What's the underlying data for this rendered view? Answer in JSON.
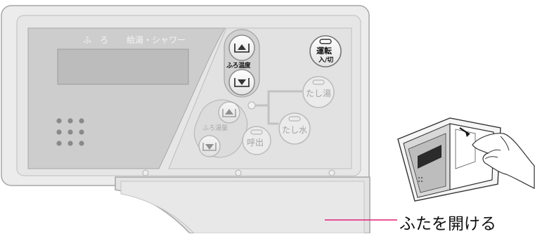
{
  "panel": {
    "display_label_bath": "ふ ろ",
    "display_label_supply": "給湯・シャワー",
    "temp_label": "ふろ温度",
    "level_label": "ふろ湯量",
    "power_label_top": "運転",
    "power_label_bottom": "入/切",
    "add_hot_label": "たし湯",
    "add_water_label": "たし水",
    "call_label": "呼出"
  },
  "callout": {
    "text": "ふたを開ける",
    "line_color": "#e0207a"
  },
  "colors": {
    "panel": "#e9e9e9",
    "panel_edge": "#9a9a9a",
    "display": "#c9c9c9",
    "lcd": "#bdbdbd",
    "button_ring": "#8f8f8f"
  }
}
